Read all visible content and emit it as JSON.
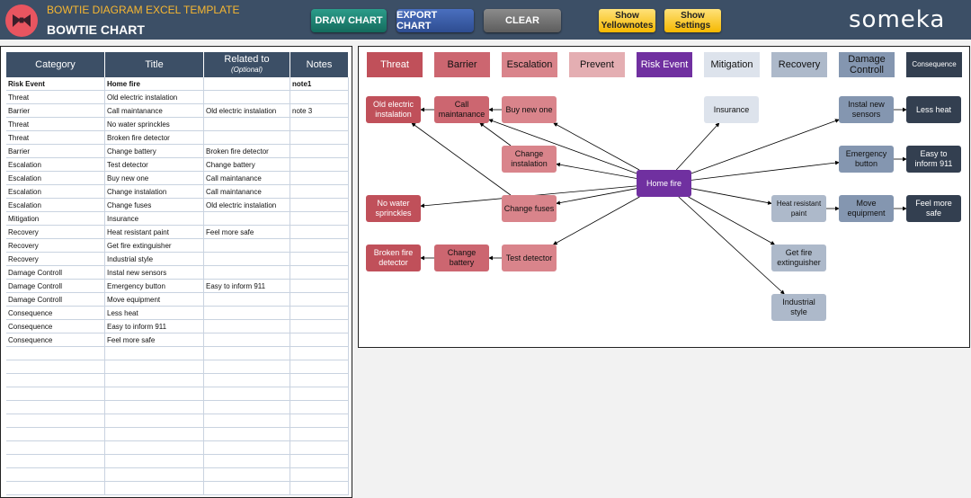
{
  "header": {
    "template_title": "BOWTIE DIAGRAM EXCEL TEMPLATE",
    "chart_title": "BOWTIE CHART",
    "draw_label": "DRAW CHART",
    "export_label": "EXPORT CHART",
    "clear_label": "CLEAR",
    "yellownotes_line1": "Show",
    "yellownotes_line2": "Yellownotes",
    "settings_line1": "Show",
    "settings_line2": "Settings",
    "brand": "someka"
  },
  "table": {
    "headers": {
      "category": "Category",
      "title": "Title",
      "related": "Related to",
      "related_note": "(Optional)",
      "notes": "Notes"
    },
    "rows": [
      [
        "Risk Event",
        "Home fire",
        "",
        "note1"
      ],
      [
        "Threat",
        "Old electric instalation",
        "",
        ""
      ],
      [
        "Barrier",
        "Call maintanance",
        "Old electric instalation",
        "note 3"
      ],
      [
        "Threat",
        "No water sprinckles",
        "",
        ""
      ],
      [
        "Threat",
        "Broken fire detector",
        "",
        ""
      ],
      [
        "Barrier",
        "Change battery",
        "Broken fire detector",
        ""
      ],
      [
        "Escalation",
        "Test detector",
        "Change battery",
        ""
      ],
      [
        "Escalation",
        "Buy new one",
        "Call maintanance",
        ""
      ],
      [
        "Escalation",
        "Change instalation",
        "Call maintanance",
        ""
      ],
      [
        "Escalation",
        "Change fuses",
        "Old electric instalation",
        ""
      ],
      [
        "Mitigation",
        "Insurance",
        "",
        ""
      ],
      [
        "Recovery",
        "Heat resistant paint",
        "Feel more safe",
        ""
      ],
      [
        "Recovery",
        "Get fire extinguisher",
        "",
        ""
      ],
      [
        "Recovery",
        "Industrial style",
        "",
        ""
      ],
      [
        "Damage Controll",
        "Instal new sensors",
        "",
        ""
      ],
      [
        "Damage Controll",
        "Emergency button",
        "Easy to inform 911",
        ""
      ],
      [
        "Damage Controll",
        "Move equipment",
        "",
        ""
      ],
      [
        "Consequence",
        "Less heat",
        "",
        ""
      ],
      [
        "Consequence",
        "Easy to inform 911",
        "",
        ""
      ],
      [
        "Consequence",
        "Feel more safe",
        "",
        ""
      ]
    ],
    "empty_rows": 11
  },
  "legend": [
    {
      "key": "threat",
      "label": "Threat",
      "bg": "#c0505a",
      "fg": "#ffffff"
    },
    {
      "key": "barrier",
      "label": "Barrier",
      "bg": "#cc6670",
      "fg": "#111111"
    },
    {
      "key": "escalation",
      "label": "Escalation",
      "bg": "#d9848b",
      "fg": "#111111"
    },
    {
      "key": "prevent",
      "label": "Prevent",
      "bg": "#e4aeb2",
      "fg": "#111111"
    },
    {
      "key": "risk",
      "label": "Risk Event",
      "bg": "#7030a0",
      "fg": "#ffffff"
    },
    {
      "key": "mitigation",
      "label": "Mitigation",
      "bg": "#dde3ec",
      "fg": "#111111"
    },
    {
      "key": "recovery",
      "label": "Recovery",
      "bg": "#adb9ca",
      "fg": "#111111"
    },
    {
      "key": "damage",
      "label": "Damage Controll",
      "bg": "#8496b0",
      "fg": "#111111"
    },
    {
      "key": "consequence",
      "label": "Consequence",
      "bg": "#333f50",
      "fg": "#ffffff"
    }
  ],
  "nodes": [
    {
      "id": "home",
      "label": "Home fire",
      "type": "risk"
    },
    {
      "id": "oldelec",
      "label": "Old electric instalation",
      "type": "threat"
    },
    {
      "id": "nowater",
      "label": "No water sprinckles",
      "type": "threat"
    },
    {
      "id": "broken",
      "label": "Broken fire detector",
      "type": "threat"
    },
    {
      "id": "callm",
      "label": "Call maintanance",
      "type": "barrier"
    },
    {
      "id": "battery",
      "label": "Change battery",
      "type": "barrier"
    },
    {
      "id": "buynew",
      "label": "Buy new one",
      "type": "escalation"
    },
    {
      "id": "chinst",
      "label": "Change instalation",
      "type": "escalation"
    },
    {
      "id": "fuses",
      "label": "Change fuses",
      "type": "escalation"
    },
    {
      "id": "test",
      "label": "Test detector",
      "type": "escalation"
    },
    {
      "id": "insurance",
      "label": "Insurance",
      "type": "mitigation"
    },
    {
      "id": "heatpaint",
      "label": "Heat resistant paint",
      "type": "recovery"
    },
    {
      "id": "getfire",
      "label": "Get fire extinguisher",
      "type": "recovery"
    },
    {
      "id": "industrial",
      "label": "Industrial style",
      "type": "recovery"
    },
    {
      "id": "sensors",
      "label": "Instal new sensors",
      "type": "damage"
    },
    {
      "id": "emerg",
      "label": "Emergency button",
      "type": "damage"
    },
    {
      "id": "moveeq",
      "label": "Move equipment",
      "type": "damage"
    },
    {
      "id": "lessheat",
      "label": "Less heat",
      "type": "consequence"
    },
    {
      "id": "inform",
      "label": "Easy to inform 911",
      "type": "consequence"
    },
    {
      "id": "safe",
      "label": "Feel more safe",
      "type": "consequence"
    }
  ],
  "edges": [
    [
      "home",
      "buynew"
    ],
    [
      "home",
      "chinst"
    ],
    [
      "home",
      "fuses"
    ],
    [
      "home",
      "test"
    ],
    [
      "home",
      "callm"
    ],
    [
      "home",
      "nowater"
    ],
    [
      "buynew",
      "callm"
    ],
    [
      "chinst",
      "callm"
    ],
    [
      "fuses",
      "oldelec"
    ],
    [
      "callm",
      "oldelec"
    ],
    [
      "test",
      "battery"
    ],
    [
      "battery",
      "broken"
    ],
    [
      "home",
      "insurance"
    ],
    [
      "home",
      "sensors"
    ],
    [
      "home",
      "emerg"
    ],
    [
      "home",
      "heatpaint"
    ],
    [
      "home",
      "getfire"
    ],
    [
      "home",
      "industrial"
    ],
    [
      "sensors",
      "lessheat"
    ],
    [
      "emerg",
      "inform"
    ],
    [
      "heatpaint",
      "moveeq"
    ],
    [
      "moveeq",
      "safe"
    ]
  ]
}
